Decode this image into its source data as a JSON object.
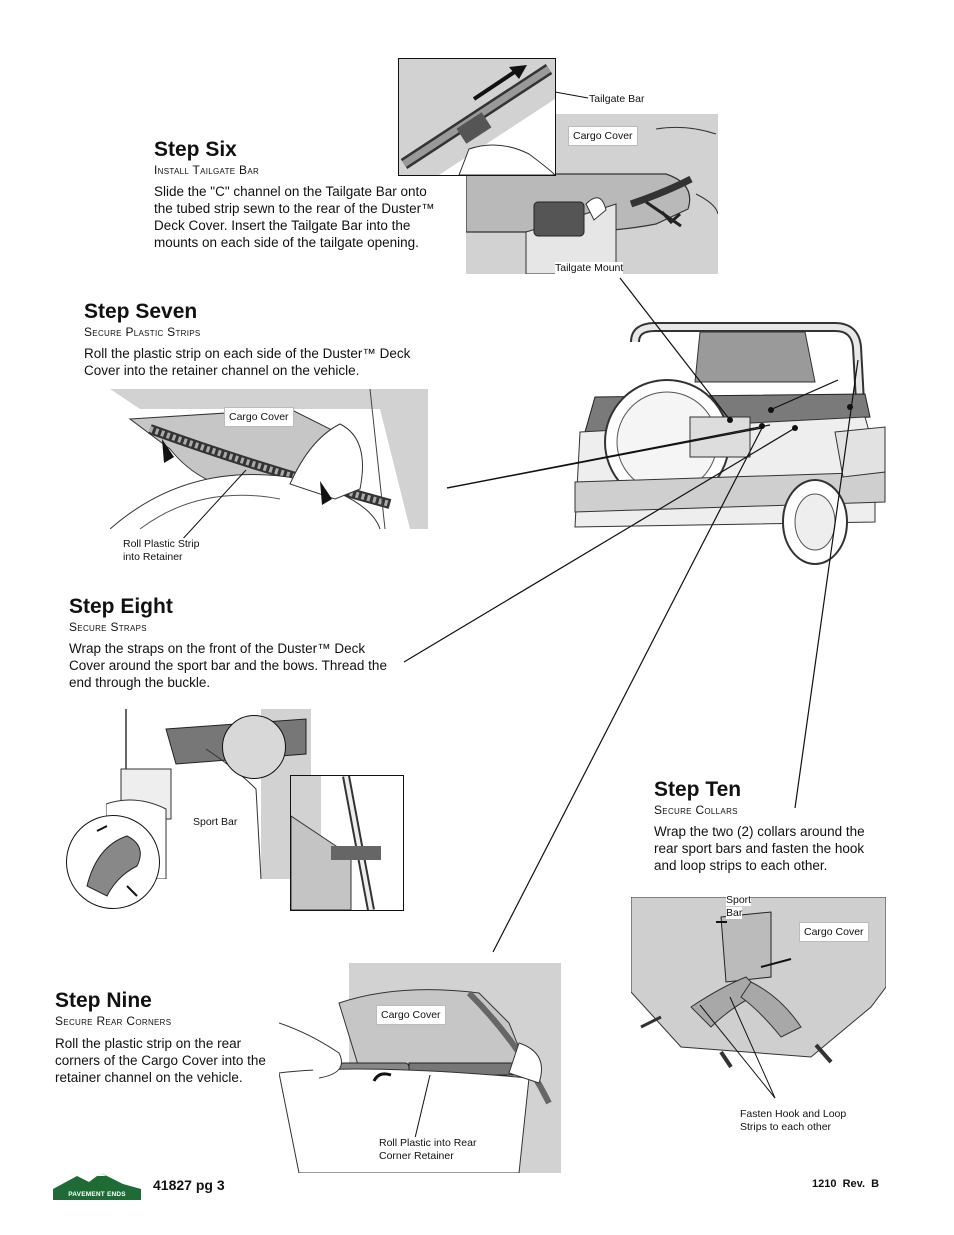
{
  "steps": {
    "six": {
      "title": "Step Six",
      "subtitle": "Install Tailgate Bar",
      "body": "Slide the \"C\" channel on the Tailgate Bar onto the tubed strip sewn to the rear of the Duster™ Deck Cover. Insert the Tailgate Bar into the mounts on each side of the tailgate opening."
    },
    "seven": {
      "title": "Step Seven",
      "subtitle": "Secure Plastic Strips",
      "body": "Roll the plastic strip on each side of the Duster™ Deck Cover into the retainer channel on the vehicle."
    },
    "eight": {
      "title": "Step Eight",
      "subtitle": "Secure Straps",
      "body": "Wrap the straps on the front of the Duster™ Deck Cover around the sport bar and the bows. Thread the end through the buckle."
    },
    "nine": {
      "title": "Step Nine",
      "subtitle": "Secure Rear Corners",
      "body": "Roll the plastic strip on the rear corners of the Cargo Cover into the retainer channel on the vehicle."
    },
    "ten": {
      "title": "Step Ten",
      "subtitle": "Secure Collars",
      "body": "Wrap the two (2) collars around the rear sport bars and fasten the hook and loop strips to each other."
    }
  },
  "labels": {
    "tailgate_bar": "Tailgate Bar",
    "cargo_cover_six": "Cargo Cover",
    "tailgate_mount": "Tailgate Mount",
    "cargo_cover_seven": "Cargo Cover",
    "roll_strip_line1": "Roll Plastic Strip",
    "roll_strip_line2": "into Retainer",
    "sport_bar_eight": "Sport Bar",
    "cargo_cover_nine": "Cargo Cover",
    "roll_rear_line1": "Roll Plastic into Rear",
    "roll_rear_line2": "Corner Retainer",
    "sport_bar_ten_line1": "Sport",
    "sport_bar_ten_line2": "Bar",
    "cargo_cover_ten": "Cargo Cover",
    "fasten_line1": "Fasten Hook and Loop",
    "fasten_line2": "Strips to each other"
  },
  "footer": {
    "logo_text": "PAVEMENT ENDS",
    "page_id": "41827 pg 3",
    "revision": "1210  Rev.  B"
  },
  "colors": {
    "panel_gray": "#d2d2d2",
    "logo_green": "#1f6b35"
  }
}
